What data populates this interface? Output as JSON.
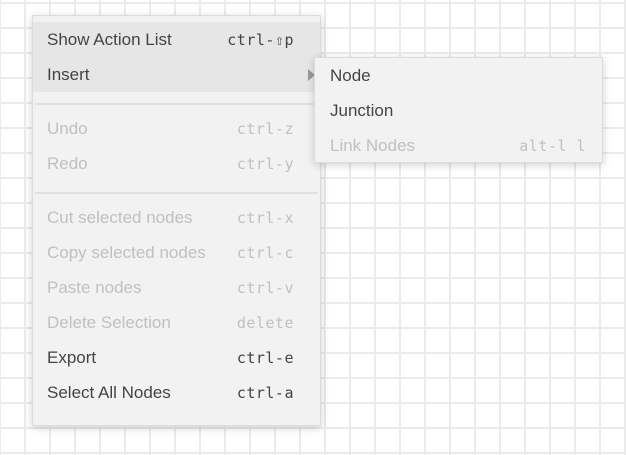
{
  "context_menu": {
    "items": [
      {
        "label": "Show Action List",
        "shortcut": "ctrl-⇧p",
        "enabled": true
      },
      {
        "label": "Insert",
        "shortcut": "",
        "enabled": true,
        "submenu": true
      },
      {
        "label": "Undo",
        "shortcut": "ctrl-z",
        "enabled": false
      },
      {
        "label": "Redo",
        "shortcut": "ctrl-y",
        "enabled": false
      },
      {
        "label": "Cut selected nodes",
        "shortcut": "ctrl-x",
        "enabled": false
      },
      {
        "label": "Copy selected nodes",
        "shortcut": "ctrl-c",
        "enabled": false
      },
      {
        "label": "Paste nodes",
        "shortcut": "ctrl-v",
        "enabled": false
      },
      {
        "label": "Delete Selection",
        "shortcut": "delete",
        "enabled": false
      },
      {
        "label": "Export",
        "shortcut": "ctrl-e",
        "enabled": true
      },
      {
        "label": "Select All Nodes",
        "shortcut": "ctrl-a",
        "enabled": true
      }
    ]
  },
  "insert_submenu": {
    "items": [
      {
        "label": "Node",
        "shortcut": "",
        "enabled": true
      },
      {
        "label": "Junction",
        "shortcut": "",
        "enabled": true
      },
      {
        "label": "Link Nodes",
        "shortcut": "alt-l l",
        "enabled": false
      }
    ]
  },
  "colors": {
    "menu_bg": "#f2f2f2",
    "highlight_bg": "#e6e6e6",
    "text": "#444444",
    "disabled_text": "#c0c0c0",
    "grid_line": "#ebebeb"
  }
}
